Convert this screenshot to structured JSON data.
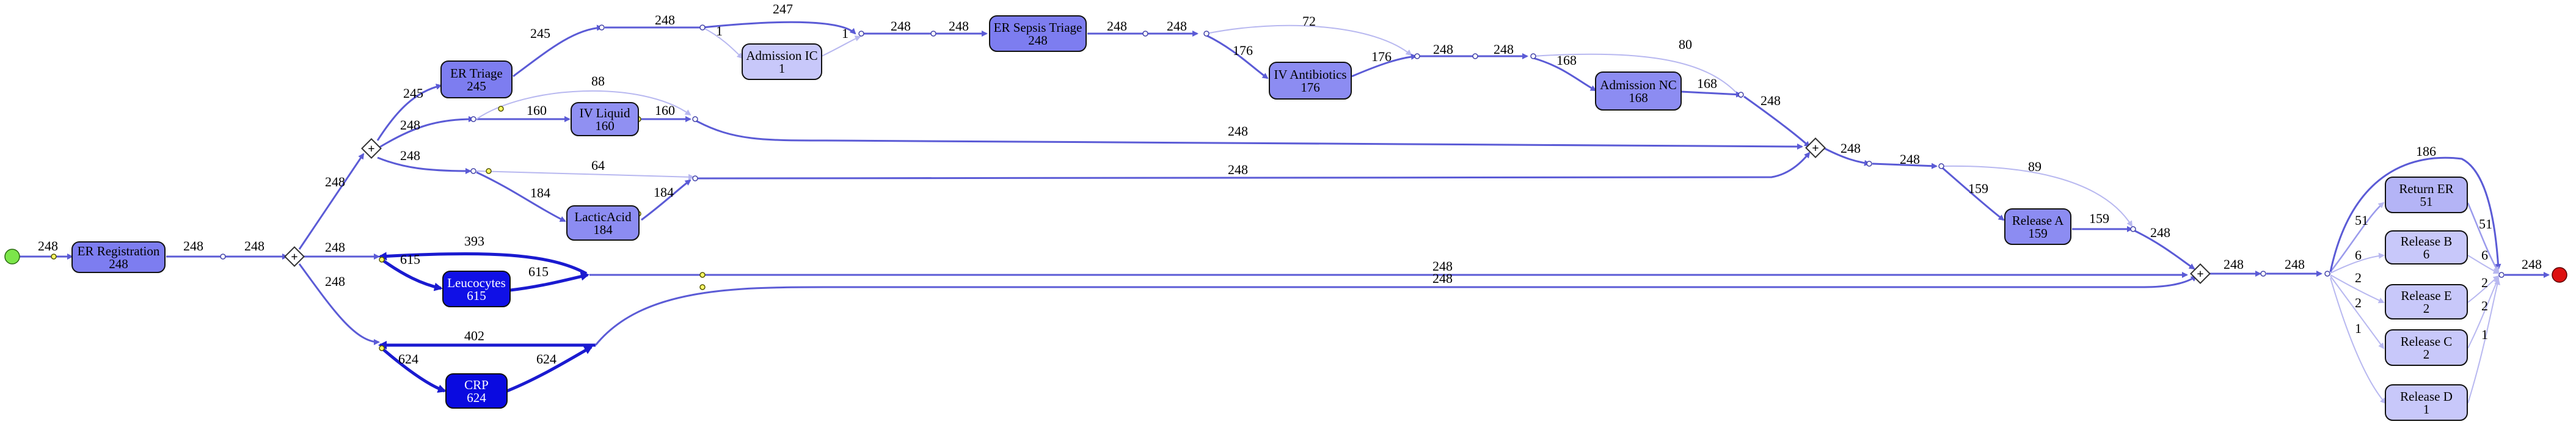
{
  "colors": {
    "edge_strong": "#5b5bd6",
    "edge_light": "#b8b8f0",
    "edge_bold": "#1a1ad0",
    "start": "#7ce64a",
    "end": "#dd1111",
    "gateway_fill": "#ffffff",
    "node_dot": "#ffff66"
  },
  "activities": {
    "er_registration": {
      "name": "ER Registration",
      "count": "248",
      "fill": "#7d7df0",
      "text": "#000000"
    },
    "er_triage": {
      "name": "ER Triage",
      "count": "245",
      "fill": "#7d7df0",
      "text": "#000000"
    },
    "admission_ic": {
      "name": "Admission IC",
      "count": "1",
      "fill": "#c8c8fa",
      "text": "#000000"
    },
    "er_sepsis_triage": {
      "name": "ER Sepsis Triage",
      "count": "248",
      "fill": "#7d7df0",
      "text": "#000000"
    },
    "iv_antibiotics": {
      "name": "IV Antibiotics",
      "count": "176",
      "fill": "#8c8cf2",
      "text": "#000000"
    },
    "admission_nc": {
      "name": "Admission NC",
      "count": "168",
      "fill": "#8c8cf2",
      "text": "#000000"
    },
    "iv_liquid": {
      "name": "IV Liquid",
      "count": "160",
      "fill": "#9090f2",
      "text": "#000000"
    },
    "lacticacid": {
      "name": "LacticAcid",
      "count": "184",
      "fill": "#8c8cf2",
      "text": "#000000"
    },
    "leucocytes": {
      "name": "Leucocytes",
      "count": "615",
      "fill": "#1010e6",
      "text": "#ffffff"
    },
    "crp": {
      "name": "CRP",
      "count": "624",
      "fill": "#0a0ae0",
      "text": "#ffffff"
    },
    "release_a": {
      "name": "Release A",
      "count": "159",
      "fill": "#8c8cf2",
      "text": "#000000"
    },
    "return_er": {
      "name": "Return ER",
      "count": "51",
      "fill": "#b4b4f6",
      "text": "#000000"
    },
    "release_b": {
      "name": "Release B",
      "count": "6",
      "fill": "#c8c8fa",
      "text": "#000000"
    },
    "release_e": {
      "name": "Release E",
      "count": "2",
      "fill": "#c8c8fa",
      "text": "#000000"
    },
    "release_c": {
      "name": "Release C",
      "count": "2",
      "fill": "#c8c8fa",
      "text": "#000000"
    },
    "release_d": {
      "name": "Release D",
      "count": "1",
      "fill": "#c8c8fa",
      "text": "#000000"
    }
  },
  "gateways": {
    "split_main": "+",
    "split_top": "+",
    "join_top": "+",
    "join_final": "+"
  },
  "edge_labels": {
    "start_reg": "248",
    "reg_split_a": "248",
    "reg_split_b": "248",
    "split_top_in": "248",
    "split_leuco": "248",
    "split_crp": "248",
    "to_triage": "245",
    "triage_out": "245",
    "triage_out2": "248",
    "adm_ic_top": "247",
    "adm_ic_in": "1",
    "adm_ic_out": "1",
    "sepsis_in_a": "248",
    "sepsis_in_b": "248",
    "sepsis_out_a": "248",
    "sepsis_out_b": "248",
    "sepsis_bypass": "72",
    "to_iv_ab": "176",
    "iv_ab_out": "176",
    "after_ab_a": "248",
    "after_ab_b": "248",
    "to_adm_nc": "168",
    "adm_nc_out": "168",
    "nc_bypass": "80",
    "nc_join": "248",
    "to_iv_liquid_in": "248",
    "iv_liquid_in": "160",
    "iv_liquid_out": "160",
    "iv_liquid_bypass": "88",
    "iv_liquid_long": "248",
    "to_lactic": "248",
    "lactic_in": "184",
    "lactic_out": "184",
    "lactic_bypass": "64",
    "lactic_long": "248",
    "join_out_a": "248",
    "join_out_b": "248",
    "rel_a_in": "159",
    "rel_a_out": "159",
    "rel_a_bypass": "89",
    "rel_a_join": "248",
    "leuco_loop": "393",
    "leuco_in": "615",
    "leuco_out": "615",
    "leuco_long": "248",
    "crp_loop": "402",
    "crp_in": "624",
    "crp_out": "624",
    "crp_long": "248",
    "final_out_a": "248",
    "final_out_b": "248",
    "to_return_er": "51",
    "return_er_out": "51",
    "to_release_b": "6",
    "release_b_out": "6",
    "to_release_e": "2",
    "release_e_out": "2",
    "to_release_c": "2",
    "release_c_out": "2",
    "to_release_d": "1",
    "release_d_out": "1",
    "final_bypass": "186",
    "to_end": "248"
  }
}
